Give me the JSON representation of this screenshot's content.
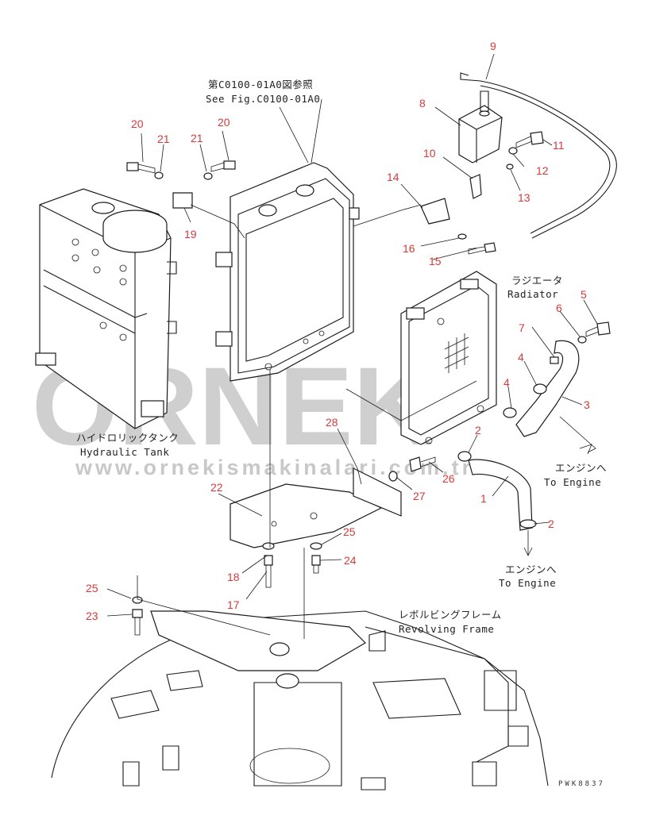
{
  "watermark": {
    "brand": "ÖRNEK",
    "url": "www.ornekismakinalari.com.tr"
  },
  "drawing_code": "PWK8837",
  "labels": {
    "see_fig_jp": "第C0100-01A0図参照",
    "see_fig_en": "See Fig.C0100-01A0",
    "radiator_jp": "ラジエータ",
    "radiator_en": "Radiator",
    "hydraulic_tank_jp": "ハイドロリックタンク",
    "hydraulic_tank_en": "Hydraulic Tank",
    "to_engine_jp_1": "エンジンへ",
    "to_engine_en_1": "To Engine",
    "to_engine_jp_2": "エンジンへ",
    "to_engine_en_2": "To Engine",
    "revolving_frame_jp": "レボルビングフレーム",
    "revolving_frame_en": "Revolving Frame"
  },
  "callouts": [
    {
      "id": "c9",
      "text": "9"
    },
    {
      "id": "c8",
      "text": "8"
    },
    {
      "id": "c11",
      "text": "11"
    },
    {
      "id": "c10",
      "text": "10"
    },
    {
      "id": "c12",
      "text": "12"
    },
    {
      "id": "c13",
      "text": "13"
    },
    {
      "id": "c14",
      "text": "14"
    },
    {
      "id": "c16",
      "text": "16"
    },
    {
      "id": "c15",
      "text": "15"
    },
    {
      "id": "c20a",
      "text": "20"
    },
    {
      "id": "c21a",
      "text": "21"
    },
    {
      "id": "c21b",
      "text": "21"
    },
    {
      "id": "c20b",
      "text": "20"
    },
    {
      "id": "c19",
      "text": "19"
    },
    {
      "id": "c5",
      "text": "5"
    },
    {
      "id": "c6",
      "text": "6"
    },
    {
      "id": "c7",
      "text": "7"
    },
    {
      "id": "c4a",
      "text": "4"
    },
    {
      "id": "c4b",
      "text": "4"
    },
    {
      "id": "c3",
      "text": "3"
    },
    {
      "id": "c2a",
      "text": "2"
    },
    {
      "id": "c2b",
      "text": "2"
    },
    {
      "id": "c1",
      "text": "1"
    },
    {
      "id": "c28",
      "text": "28"
    },
    {
      "id": "c26",
      "text": "26"
    },
    {
      "id": "c27",
      "text": "27"
    },
    {
      "id": "c22",
      "text": "22"
    },
    {
      "id": "c25a",
      "text": "25"
    },
    {
      "id": "c24",
      "text": "24"
    },
    {
      "id": "c18",
      "text": "18"
    },
    {
      "id": "c17",
      "text": "17"
    },
    {
      "id": "c25b",
      "text": "25"
    },
    {
      "id": "c23",
      "text": "23"
    }
  ]
}
